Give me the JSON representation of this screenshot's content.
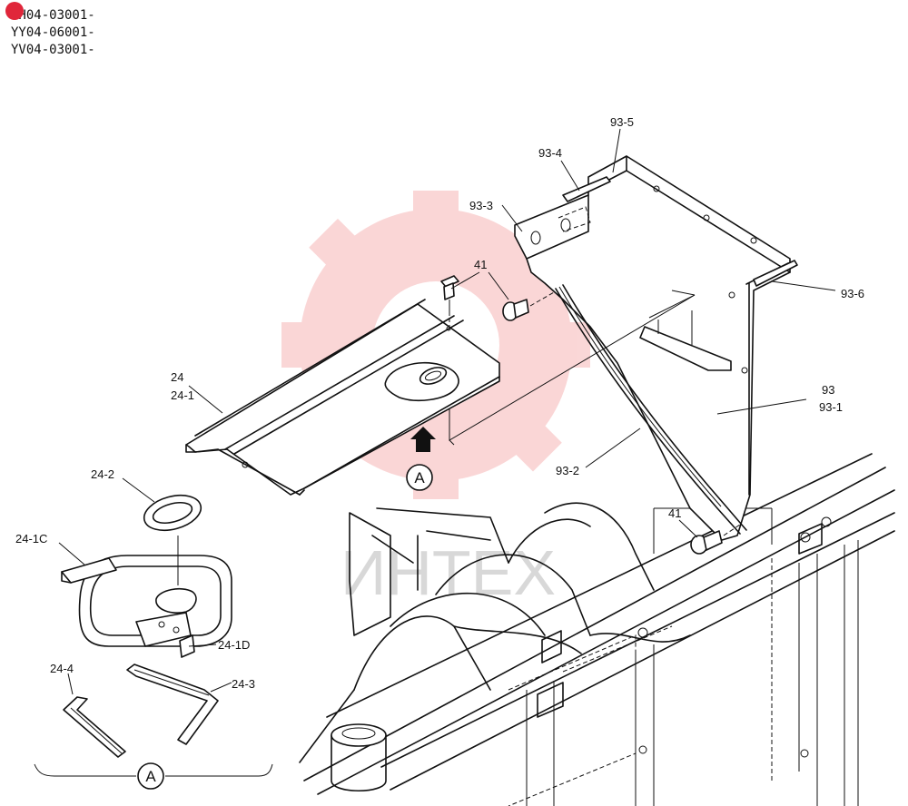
{
  "serial_numbers": [
    "YH04-03001-",
    "YY04-06001-",
    "YV04-03001-"
  ],
  "watermark": {
    "text": "ИНТЕХ",
    "color": "#f28c8c"
  },
  "callouts": [
    {
      "id": "93-5",
      "label": "93-5"
    },
    {
      "id": "93-4",
      "label": "93-4"
    },
    {
      "id": "93-3",
      "label": "93-3"
    },
    {
      "id": "41a",
      "label": "41"
    },
    {
      "id": "93-6",
      "label": "93-6"
    },
    {
      "id": "24",
      "label": "24"
    },
    {
      "id": "24-1",
      "label": "24-1"
    },
    {
      "id": "93",
      "label": "93"
    },
    {
      "id": "93-1",
      "label": "93-1"
    },
    {
      "id": "93-2",
      "label": "93-2"
    },
    {
      "id": "24-2",
      "label": "24-2"
    },
    {
      "id": "41b",
      "label": "41"
    },
    {
      "id": "24-1C",
      "label": "24-1C"
    },
    {
      "id": "24-1D",
      "label": "24-1D"
    },
    {
      "id": "24-4",
      "label": "24-4"
    },
    {
      "id": "24-3",
      "label": "24-3"
    }
  ],
  "view_markers": [
    {
      "id": "A-arrow",
      "label": "A"
    },
    {
      "id": "A-detail",
      "label": "A"
    }
  ]
}
